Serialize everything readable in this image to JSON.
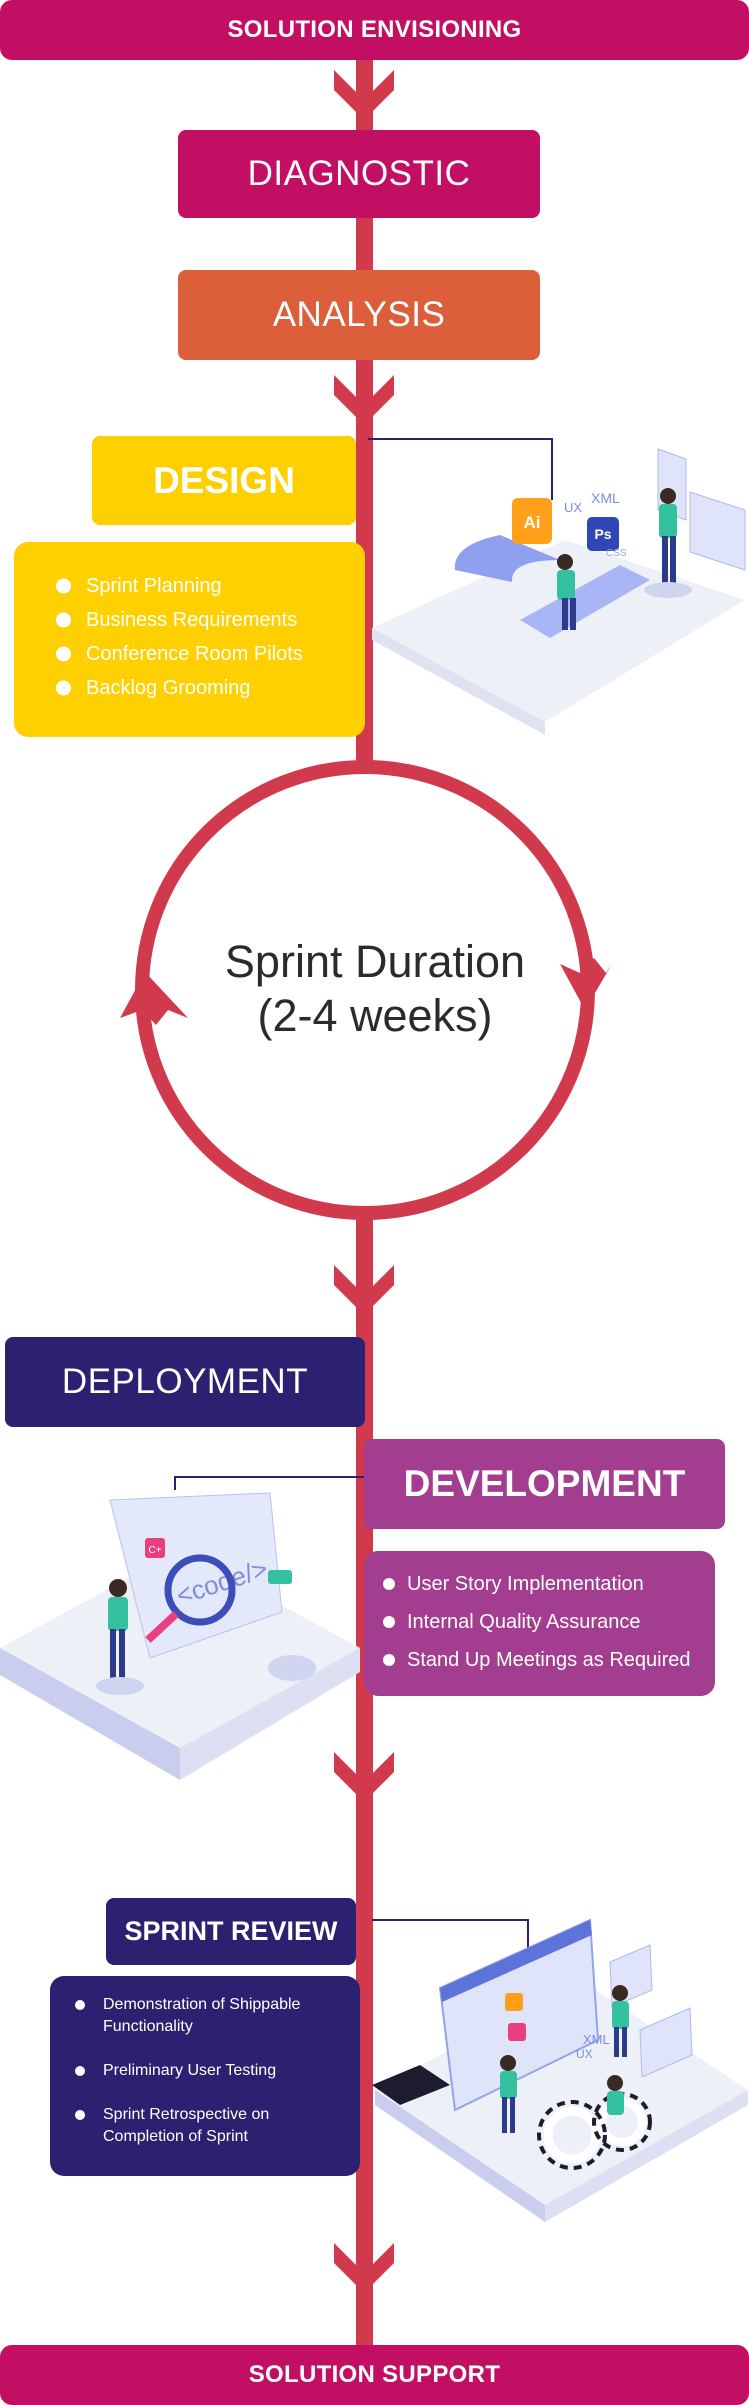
{
  "top_banner": "SOLUTION ENVISIONING",
  "bottom_banner": "SOLUTION SUPPORT",
  "stages": {
    "diagnostic": "DIAGNOSTIC",
    "analysis": "ANALYSIS",
    "design": "DESIGN",
    "deployment": "DEPLOYMENT",
    "development": "DEVELOPMENT",
    "sprint_review": "SPRINT REVIEW"
  },
  "design_items": [
    "Sprint Planning",
    "Business Requirements",
    "Conference Room Pilots",
    "Backlog Grooming"
  ],
  "sprint": {
    "line1": "Sprint Duration",
    "line2": "(2-4 weeks)"
  },
  "development_items": [
    "User Story Implementation",
    "Internal Quality Assurance",
    "Stand Up Meetings as Required"
  ],
  "review_items": [
    "Demonstration of Shippable Functionality",
    "Preliminary User Testing",
    "Sprint Retrospective on Completion of Sprint"
  ],
  "illustration_labels": {
    "ai": "Ai",
    "ps": "Ps",
    "ux": "UX",
    "xml": "XML",
    "css": "CSS",
    "code": "<code/>",
    "cplus": "C+",
    "review_ux": "UX",
    "review_xml": "XML"
  },
  "colors": {
    "magenta": "#c20f63",
    "orange": "#dd5e3a",
    "yellow": "#ffd000",
    "navy": "#2b2170",
    "purple": "#a23d8f",
    "spine_red": "#d13a4c"
  }
}
